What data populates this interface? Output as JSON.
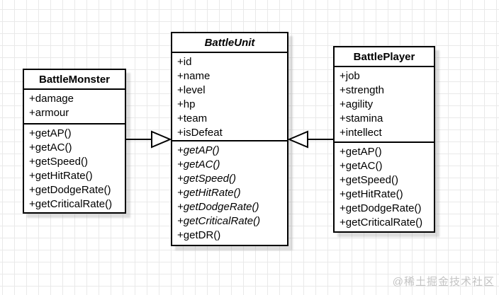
{
  "diagram": {
    "type": "uml-class-diagram",
    "classes": [
      {
        "name": "BattleMonster",
        "abstract": false,
        "attributes": [
          "+damage",
          "+armour"
        ],
        "methods": [
          {
            "text": "+getAP()",
            "italic": false
          },
          {
            "text": "+getAC()",
            "italic": false
          },
          {
            "text": "+getSpeed()",
            "italic": false
          },
          {
            "text": "+getHitRate()",
            "italic": false
          },
          {
            "text": "+getDodgeRate()",
            "italic": false
          },
          {
            "text": "+getCriticalRate()",
            "italic": false
          }
        ]
      },
      {
        "name": "BattleUnit",
        "abstract": true,
        "attributes": [
          "+id",
          "+name",
          "+level",
          "+hp",
          "+team",
          "+isDefeat"
        ],
        "methods": [
          {
            "text": "+getAP()",
            "italic": true
          },
          {
            "text": "+getAC()",
            "italic": true
          },
          {
            "text": "+getSpeed()",
            "italic": true
          },
          {
            "text": "+getHitRate()",
            "italic": true
          },
          {
            "text": "+getDodgeRate()",
            "italic": true
          },
          {
            "text": "+getCriticalRate()",
            "italic": true
          },
          {
            "text": "+getDR()",
            "italic": false
          }
        ]
      },
      {
        "name": "BattlePlayer",
        "abstract": false,
        "attributes": [
          "+job",
          "+strength",
          "+agility",
          "+stamina",
          "+intellect"
        ],
        "methods": [
          {
            "text": "+getAP()",
            "italic": false
          },
          {
            "text": "+getAC()",
            "italic": false
          },
          {
            "text": "+getSpeed()",
            "italic": false
          },
          {
            "text": "+getHitRate()",
            "italic": false
          },
          {
            "text": "+getDodgeRate()",
            "italic": false
          },
          {
            "text": "+getCriticalRate()",
            "italic": false
          }
        ]
      }
    ],
    "relations": [
      {
        "from": "BattleMonster",
        "to": "BattleUnit",
        "type": "inheritance"
      },
      {
        "from": "BattlePlayer",
        "to": "BattleUnit",
        "type": "inheritance"
      }
    ]
  },
  "watermark": {
    "text": "@稀土掘金技术社区",
    "color": "#c3c3c3"
  },
  "colors": {
    "box_border": "#000000",
    "box_fill": "#ffffff",
    "text": "#000000",
    "grid_line": "#e9e9e9",
    "background": "#ffffff"
  }
}
